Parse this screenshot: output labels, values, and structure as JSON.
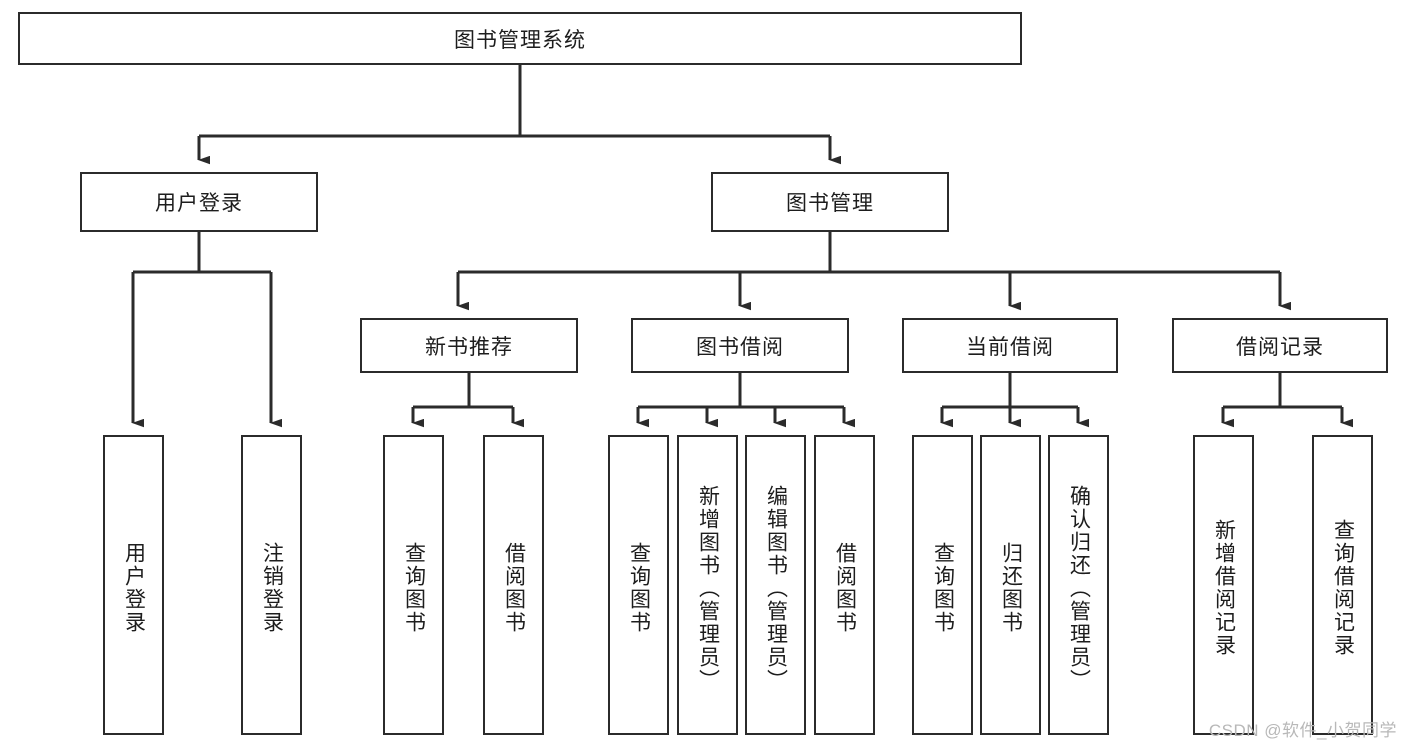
{
  "diagram": {
    "title": "图书管理系统",
    "type": "hierarchy-tree",
    "watermark": "CSDN @软件_小贺同学",
    "colors": {
      "stroke": "#2b2b2b",
      "fill": "#ffffff",
      "text": "#1d1d1d",
      "watermark": "#b8b8b8"
    },
    "nodes": {
      "root": {
        "label": "图书管理系统",
        "level": 0,
        "orientation": "horizontal"
      },
      "l1": [
        {
          "id": "user-login",
          "label": "用户登录",
          "level": 1,
          "orientation": "horizontal"
        },
        {
          "id": "book-manage",
          "label": "图书管理",
          "level": 1,
          "orientation": "horizontal"
        }
      ],
      "l2": [
        {
          "id": "new-book-rec",
          "label": "新书推荐",
          "level": 2,
          "orientation": "horizontal"
        },
        {
          "id": "book-borrow",
          "label": "图书借阅",
          "level": 2,
          "orientation": "horizontal"
        },
        {
          "id": "current-borrow",
          "label": "当前借阅",
          "level": 2,
          "orientation": "horizontal"
        },
        {
          "id": "borrow-record",
          "label": "借阅记录",
          "level": 2,
          "orientation": "horizontal"
        }
      ],
      "leaves": [
        {
          "id": "leaf-user-login",
          "label": "用户登录",
          "parent": "user-login",
          "orientation": "vertical"
        },
        {
          "id": "leaf-user-logout",
          "label": "注销登录",
          "parent": "user-login",
          "orientation": "vertical"
        },
        {
          "id": "leaf-rec-query",
          "label": "查询图书",
          "parent": "new-book-rec",
          "orientation": "vertical"
        },
        {
          "id": "leaf-rec-borrow",
          "label": "借阅图书",
          "parent": "new-book-rec",
          "orientation": "vertical"
        },
        {
          "id": "leaf-borrow-query",
          "label": "查询图书",
          "parent": "book-borrow",
          "orientation": "vertical"
        },
        {
          "id": "leaf-borrow-add",
          "label": "新增图书（管理员）",
          "parent": "book-borrow",
          "orientation": "vertical"
        },
        {
          "id": "leaf-borrow-edit",
          "label": "编辑图书（管理员）",
          "parent": "book-borrow",
          "orientation": "vertical"
        },
        {
          "id": "leaf-borrow-lend",
          "label": "借阅图书",
          "parent": "book-borrow",
          "orientation": "vertical"
        },
        {
          "id": "leaf-cur-query",
          "label": "查询图书",
          "parent": "current-borrow",
          "orientation": "vertical"
        },
        {
          "id": "leaf-cur-return",
          "label": "归还图书",
          "parent": "current-borrow",
          "orientation": "vertical"
        },
        {
          "id": "leaf-cur-confirm",
          "label": "确认归还（管理员）",
          "parent": "current-borrow",
          "orientation": "vertical"
        },
        {
          "id": "leaf-rec-add",
          "label": "新增借阅记录",
          "parent": "borrow-record",
          "orientation": "vertical"
        },
        {
          "id": "leaf-rec-search",
          "label": "查询借阅记录",
          "parent": "borrow-record",
          "orientation": "vertical"
        }
      ]
    }
  }
}
